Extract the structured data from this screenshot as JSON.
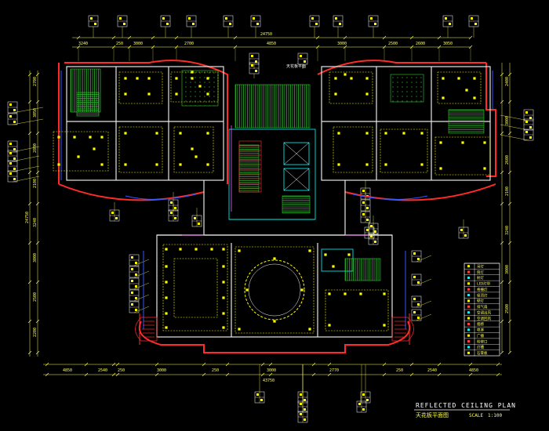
{
  "title_block": {
    "title": "REFLECTED CEILING PLAN",
    "subtitle": "天花板平面图",
    "scale_label": "SCALE",
    "scale_value": "1:100"
  },
  "dimensions": {
    "top_total": "24750",
    "top_segments": [
      "3240",
      "250",
      "3000",
      "2700",
      "4850",
      "3000",
      "2500",
      "2600",
      "3050"
    ],
    "bottom_total": "43750",
    "bottom_segments": [
      "4850",
      "2540",
      "250",
      "3000",
      "250",
      "3000",
      "2770",
      "250",
      "2540",
      "4850"
    ],
    "left_segments": [
      "2700",
      "3050",
      "2800",
      "2100",
      "3240",
      "3000",
      "2500",
      "2200"
    ],
    "left_total": "24750",
    "right_segments": [
      "2400",
      "3000",
      "2600",
      "2100",
      "3240",
      "3000",
      "2500"
    ]
  },
  "legend": {
    "rows": [
      "吊灯",
      "筒灯",
      "射灯",
      "LED灯带",
      "格栅灯",
      "吸顶灯",
      "壁灯",
      "排气扇",
      "空调出风",
      "空调回风",
      "烟感",
      "喷淋",
      "广播",
      "检修口",
      "灯槽",
      "石膏板"
    ]
  },
  "labels": {
    "center_label": "天花板平面"
  },
  "colors": {
    "background": "#000000",
    "wall": "#ff2a2a",
    "partition": "#ffffff",
    "dimension": "#ffff55",
    "fixture": "#ffff00",
    "hatch": "#33cc33",
    "cyan": "#00ffff",
    "blue": "#3355ff",
    "magenta": "#ff55ff"
  }
}
